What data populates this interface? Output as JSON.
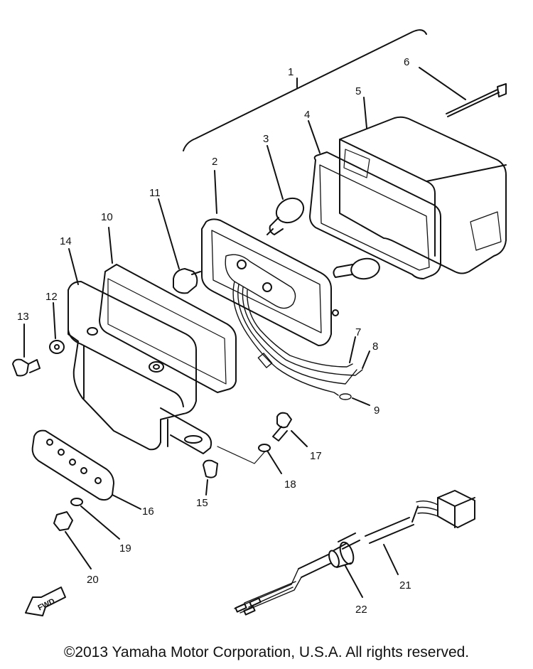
{
  "diagram": {
    "parts": [
      {
        "id": "1",
        "label": "1"
      },
      {
        "id": "2",
        "label": "2"
      },
      {
        "id": "3",
        "label": "3"
      },
      {
        "id": "4",
        "label": "4"
      },
      {
        "id": "5",
        "label": "5"
      },
      {
        "id": "6",
        "label": "6"
      },
      {
        "id": "7",
        "label": "7"
      },
      {
        "id": "8",
        "label": "8"
      },
      {
        "id": "9",
        "label": "9"
      },
      {
        "id": "10",
        "label": "10"
      },
      {
        "id": "11",
        "label": "11"
      },
      {
        "id": "12",
        "label": "12"
      },
      {
        "id": "13",
        "label": "13"
      },
      {
        "id": "14",
        "label": "14"
      },
      {
        "id": "15",
        "label": "15"
      },
      {
        "id": "16",
        "label": "16"
      },
      {
        "id": "17",
        "label": "17"
      },
      {
        "id": "18",
        "label": "18"
      },
      {
        "id": "19",
        "label": "19"
      },
      {
        "id": "20",
        "label": "20"
      },
      {
        "id": "21",
        "label": "21"
      },
      {
        "id": "22",
        "label": "22"
      }
    ],
    "fwd_marker": "FWD",
    "icons": [
      "forward-arrow-icon"
    ]
  },
  "footer": {
    "copyright": "©2013 Yamaha Motor Corporation, U.S.A. All rights reserved."
  }
}
